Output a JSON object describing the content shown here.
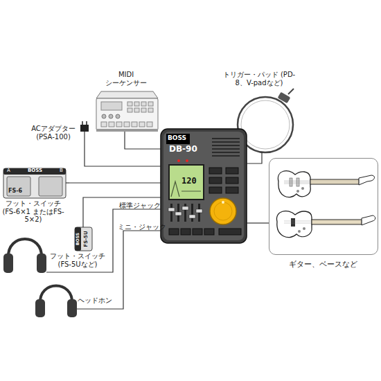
{
  "diagram": {
    "nodes": [
      {
        "text": [
          "MIDI シーケンサー"
        ]
      },
      {
        "text": [
          "トリガー・パッド (PD-8、V-padなど)"
        ]
      },
      {
        "text": [
          "ACアダプター (PSA-100)"
        ]
      },
      {
        "text": [
          "BOSS",
          "DB-90",
          "120"
        ]
      },
      {
        "text": [
          "A",
          "BOSS",
          "B",
          "FS-6",
          "フット・スイッチ (FS-6×1 またはFS-5×2)"
        ]
      },
      {
        "text": [
          "FS-5U",
          "BOSS",
          "フット・スイッチ (FS-5Uなど)"
        ]
      },
      {
        "text": [
          "ギター、ベースなど"
        ]
      },
      {
        "text": [
          "ヘッドホン"
        ]
      }
    ],
    "edges": [
      {
        "from": 0,
        "to": 3,
        "arrow": "none"
      },
      {
        "from": 1,
        "to": 3,
        "arrow": "none"
      },
      {
        "from": 2,
        "to": 3,
        "arrow": "none"
      },
      {
        "from": 4,
        "to": 3,
        "arrow": "none"
      },
      {
        "from": 5,
        "to": 3,
        "arrow": "none"
      },
      {
        "from": 7,
        "to": 3,
        "label": "ミニ・ジャック",
        "arrow": "none"
      },
      {
        "from": 6,
        "to": 3,
        "arrow": "none"
      }
    ],
    "labels": [
      "標準ジャック"
    ]
  }
}
